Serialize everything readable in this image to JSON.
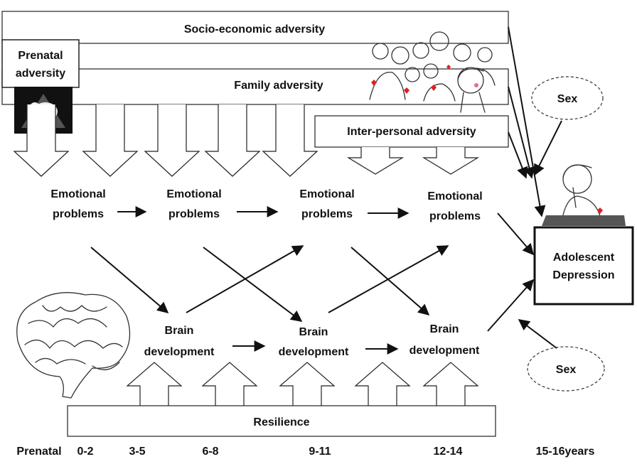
{
  "bars": {
    "socio": "Socio-economic adversity",
    "family": "Family adversity",
    "interpersonal": "Inter-personal adversity",
    "resilience": "Resilience"
  },
  "prenatal": {
    "line1": "Prenatal",
    "line2": "adversity"
  },
  "emotional": {
    "line1": "Emotional",
    "line2": "problems"
  },
  "brain": {
    "line1": "Brain",
    "line2": "development"
  },
  "outcome": {
    "line1": "Adolescent",
    "line2": "Depression"
  },
  "sex": "Sex",
  "timeline": [
    "Prenatal",
    "0-2",
    "3-5",
    "6-8",
    "9-11",
    "12-14",
    "15-16years"
  ],
  "icons": {
    "ultrasound": "ultrasound-icon",
    "crowd": "crowd-illustration",
    "girl": "sad-girl-illustration",
    "brain": "brain-illustration"
  }
}
